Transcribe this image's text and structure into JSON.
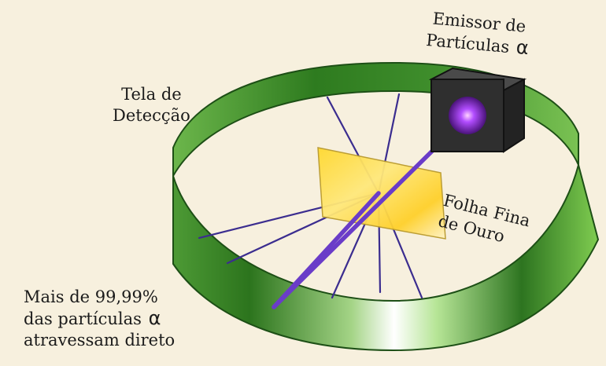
{
  "labels": {
    "emitter": {
      "line1": "Emissor de",
      "line2": "Partículas",
      "symbol": "α"
    },
    "screen": {
      "line1": "Tela de",
      "line2": "Detecção"
    },
    "foil": {
      "line1": "Folha Fina",
      "line2": "de Ouro"
    },
    "note": {
      "line1": "Mais de 99,99%",
      "line2": "das partículas",
      "symbol": "α",
      "line3": "atravessam direto"
    }
  },
  "colors": {
    "background": "#f7f0de",
    "ring_dark": "#1f5a15",
    "ring_light": "#8bd05a",
    "beam": "#6a3cc8",
    "source_glow": "#a54cff",
    "foil": "#f2c814",
    "emitter_box": "#2d2d2d"
  }
}
